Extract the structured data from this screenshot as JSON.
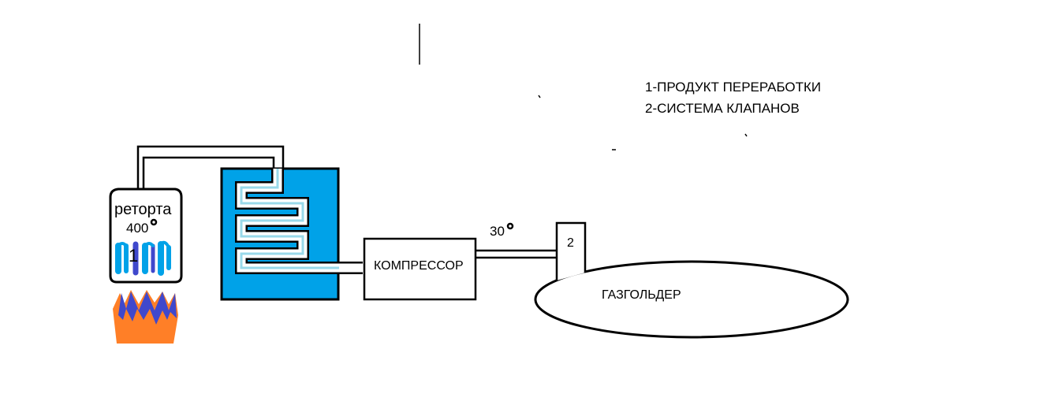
{
  "legend": {
    "item1": "1-ПРОДУКТ ПЕРЕРАБОТКИ",
    "item2": "2-СИСТЕМА КЛАПАНОВ"
  },
  "retort": {
    "label": "реторта",
    "temperature": "400",
    "marker": "1"
  },
  "compressor": {
    "label": "КОМПРЕССОР"
  },
  "pipe_temperature": "30",
  "valve": {
    "label": "2"
  },
  "gasholder": {
    "label": "ГАЗГОЛЬДЕР"
  },
  "colors": {
    "cooler_fill": "#00a2e8",
    "coil_light": "#99d9ea",
    "product_blue": "#3f48cc",
    "flame_orange": "#ff7f27",
    "line": "#000000"
  }
}
